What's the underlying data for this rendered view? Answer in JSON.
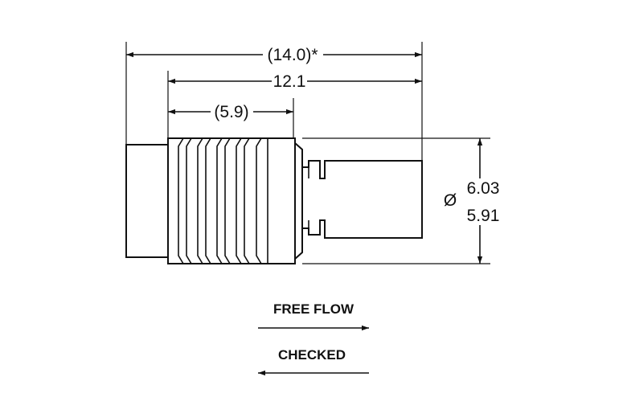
{
  "dimensions": {
    "overall_length": "(14.0)*",
    "body_length": "12.1",
    "knurl_length": "(5.9)",
    "diameter_symbol": "Ø",
    "diameter_max": "6.03",
    "diameter_min": "5.91"
  },
  "flow": {
    "free_flow_label": "FREE FLOW",
    "checked_label": "CHECKED"
  }
}
